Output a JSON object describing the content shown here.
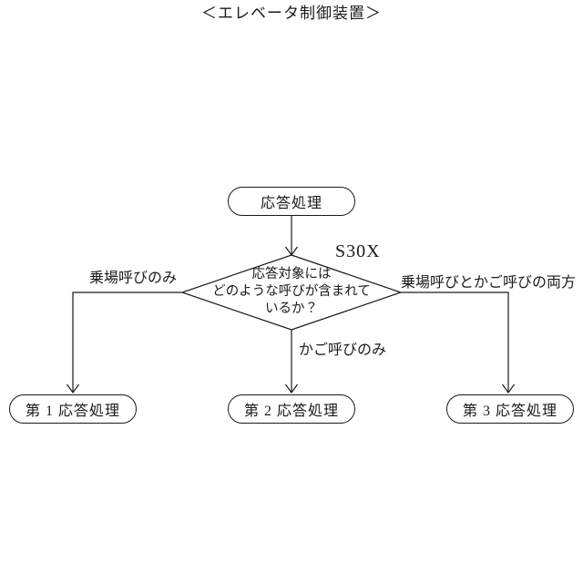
{
  "diagram": {
    "title": "＜エレベータ制御装置＞",
    "start_node": {
      "label": "応答処理"
    },
    "decision": {
      "step_id": "S30X",
      "question": "応答対象には\nどのような呼びが含まれて\nいるか？"
    },
    "branches": {
      "left": {
        "condition": "乗場呼びのみ",
        "target": "第 1 応答処理"
      },
      "middle": {
        "condition": "かご呼びのみ",
        "target": "第 2 応答処理"
      },
      "right": {
        "condition": "乗場呼びとかご呼びの両方",
        "target": "第 3 応答処理"
      }
    },
    "colors": {
      "line": "#1a1a1a",
      "text": "#1a1a1a",
      "background": "#ffffff"
    }
  }
}
